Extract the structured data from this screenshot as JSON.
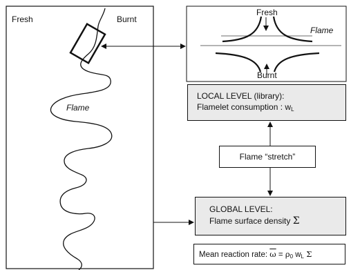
{
  "left_panel": {
    "fresh_label": "Fresh",
    "burnt_label": "Burnt",
    "flame_label": "Flame"
  },
  "zoom_panel": {
    "fresh_label": "Fresh",
    "burnt_label": "Burnt",
    "flame_label": "Flame"
  },
  "local_box": {
    "line1": "LOCAL LEVEL (library):",
    "line2": "Flamelet consumption : w",
    "line2_sub": "L"
  },
  "stretch_box": {
    "label": "Flame  “stretch”"
  },
  "global_box": {
    "line1": "GLOBAL LEVEL:",
    "line2": "Flame surface density",
    "line2_symbol": "Σ"
  },
  "rate_box": {
    "label": "Mean reaction rate:",
    "omega": "ω",
    "equals": "=",
    "rho": "ρ",
    "rho_sub": "0",
    "w": "w",
    "w_sub": "L",
    "sigma": "Σ"
  }
}
